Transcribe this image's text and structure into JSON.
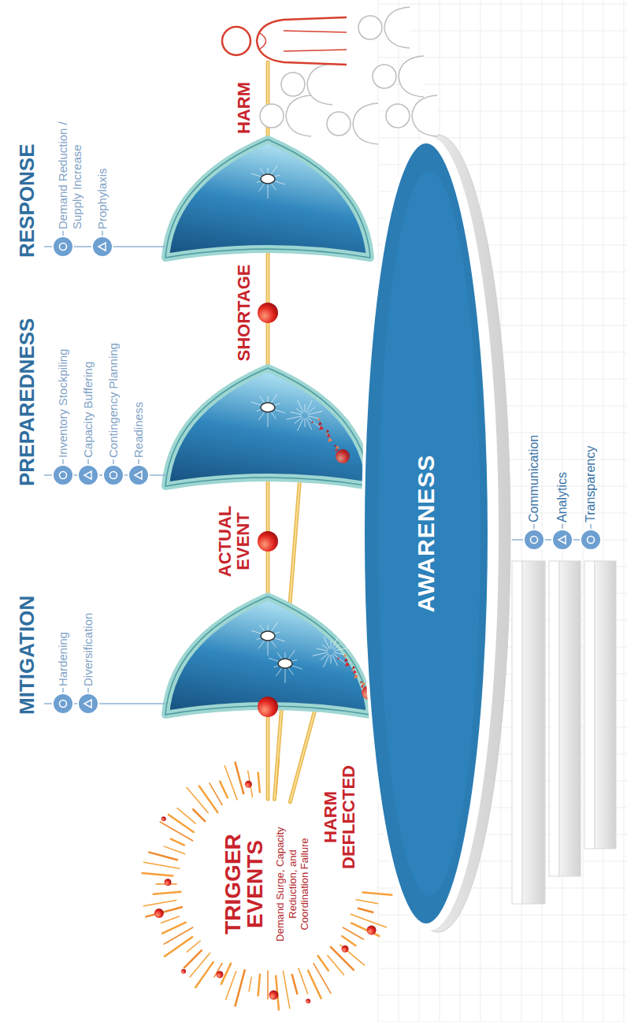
{
  "diagram": {
    "nodes": [
      {
        "text": [
          "AWARENESS"
        ]
      }
    ],
    "labels": [
      "TRIGGER EVENTS",
      "Demand Surge, Capacity Reduction, and Coordination Failure",
      "HARM DEFLECTED",
      "MITIGATION",
      "Hardening",
      "Diversification",
      "ACTUAL EVENT",
      "PREPAREDNESS",
      "Inventory Stockpiling",
      "Capacity Buffering",
      "Contingency Planning",
      "Readiness",
      "SHORTAGE",
      "RESPONSE",
      "Demand Reduction / Supply Increase",
      "Prophylaxis",
      "HARM",
      "Communication",
      "Analytics",
      "Transparency"
    ]
  }
}
